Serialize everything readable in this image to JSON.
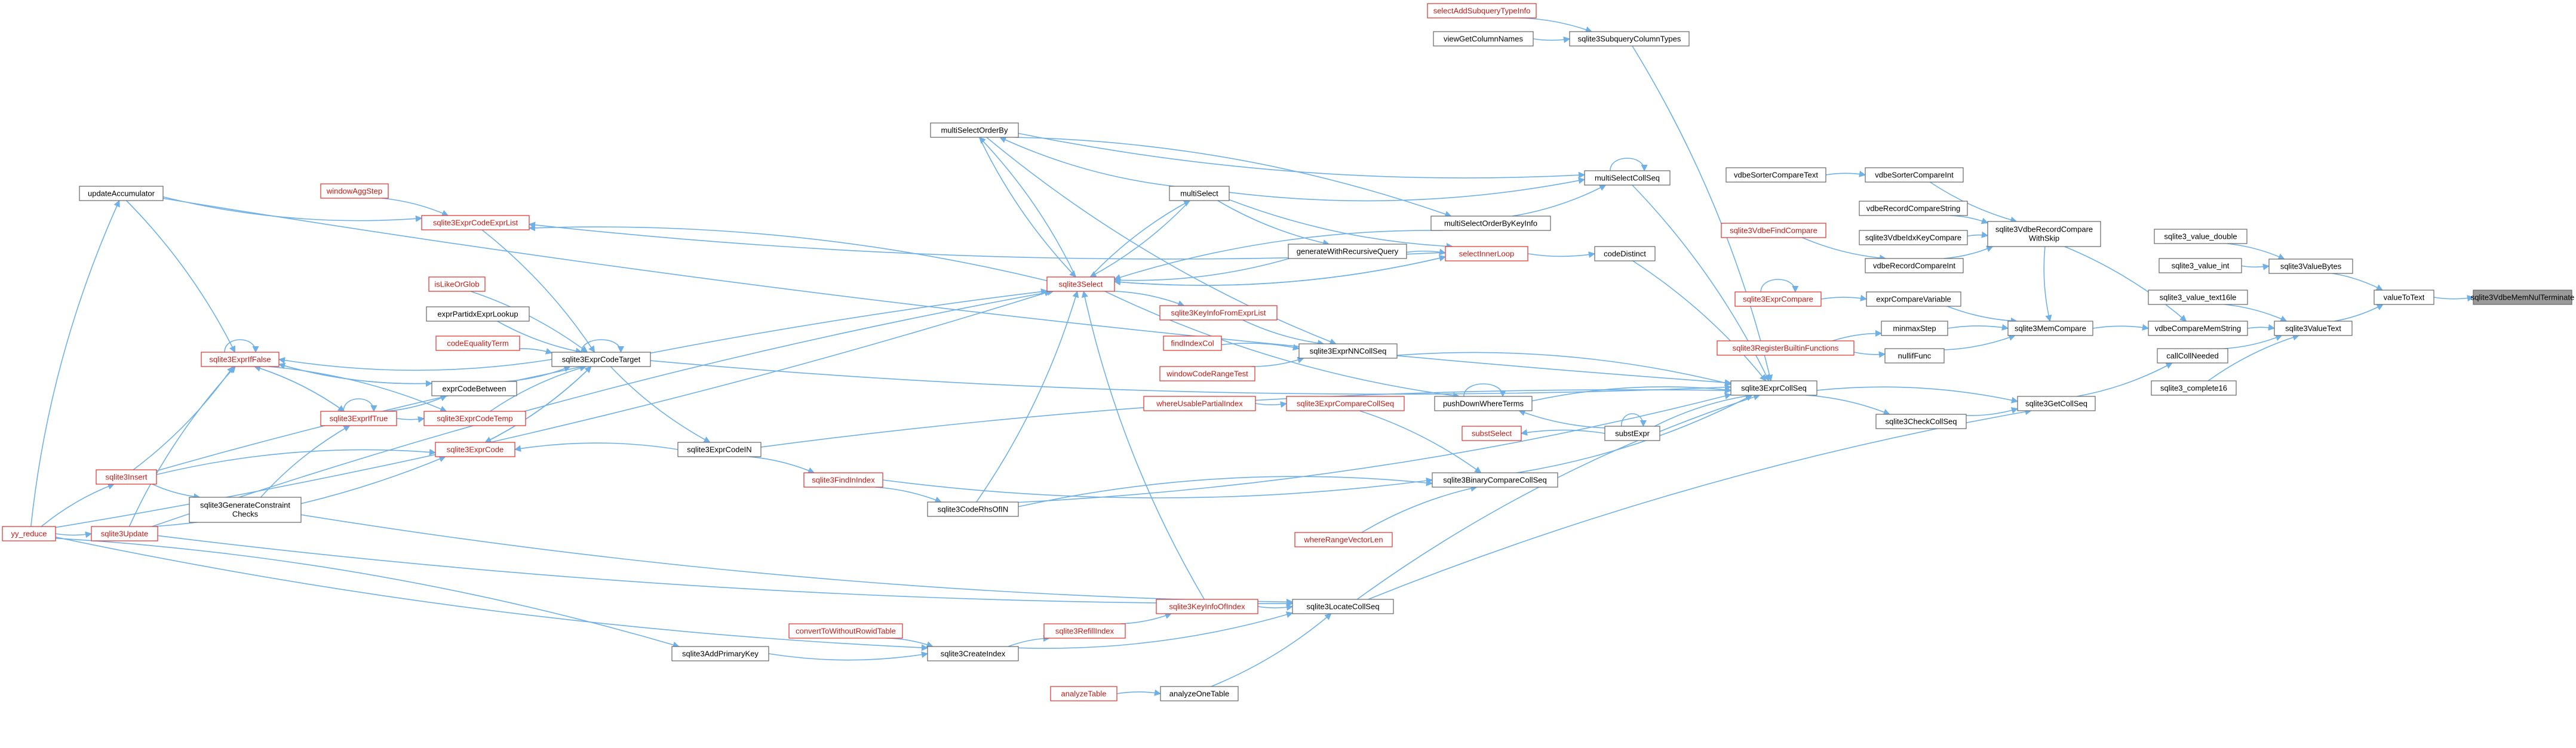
{
  "theme": {
    "edge_color": "#6fb1e6",
    "normal_border": "#666666",
    "normal_fill": "#ffffff",
    "normal_text": "#000000",
    "red_border": "#e0302a",
    "red_text": "#c41a16",
    "highlight_fill": "#9a9a9a",
    "highlight_text": "#000000"
  },
  "nodes": [
    {
      "id": "selectAddSubqueryTypeInfo",
      "label": "selectAddSubqueryTypeInfo",
      "style": "red"
    },
    {
      "id": "viewGetColumnNames",
      "label": "viewGetColumnNames",
      "style": "normal"
    },
    {
      "id": "sqlite3SubqueryColumnTypes",
      "label": "sqlite3SubqueryColumnTypes",
      "style": "normal"
    },
    {
      "id": "multiSelectOrderBy",
      "label": "multiSelectOrderBy",
      "style": "normal"
    },
    {
      "id": "multiSelectCollSeq",
      "label": "multiSelectCollSeq",
      "style": "normal"
    },
    {
      "id": "vdbeSorterCompareText",
      "label": "vdbeSorterCompareText",
      "style": "normal"
    },
    {
      "id": "vdbeSorterCompareInt",
      "label": "vdbeSorterCompareInt",
      "style": "normal"
    },
    {
      "id": "updateAccumulator",
      "label": "updateAccumulator",
      "style": "normal"
    },
    {
      "id": "windowAggStep",
      "label": "windowAggStep",
      "style": "red"
    },
    {
      "id": "multiSelect",
      "label": "multiSelect",
      "style": "normal"
    },
    {
      "id": "vdbeRecordCompareString",
      "label": "vdbeRecordCompareString",
      "style": "normal"
    },
    {
      "id": "sqlite3ExprCodeExprList",
      "label": "sqlite3ExprCodeExprList",
      "style": "red"
    },
    {
      "id": "multiSelectOrderByKeyInfo",
      "label": "multiSelectOrderByKeyInfo",
      "style": "normal"
    },
    {
      "id": "sqlite3VdbeFindCompare",
      "label": "sqlite3VdbeFindCompare",
      "style": "red"
    },
    {
      "id": "sqlite3VdbeRecordCompareWithSkip",
      "label": "sqlite3VdbeRecordCompare\nWithSkip",
      "style": "normal"
    },
    {
      "id": "sqlite3_value_double",
      "label": "sqlite3_value_double",
      "style": "normal"
    },
    {
      "id": "sqlite3VdbeIdxKeyCompare",
      "label": "sqlite3VdbeIdxKeyCompare",
      "style": "normal"
    },
    {
      "id": "generateWithRecursiveQuery",
      "label": "generateWithRecursiveQuery",
      "style": "normal"
    },
    {
      "id": "selectInnerLoop",
      "label": "selectInnerLoop",
      "style": "red"
    },
    {
      "id": "codeDistinct",
      "label": "codeDistinct",
      "style": "normal"
    },
    {
      "id": "vdbeRecordCompareInt",
      "label": "vdbeRecordCompareInt",
      "style": "normal"
    },
    {
      "id": "sqlite3_value_int",
      "label": "sqlite3_value_int",
      "style": "normal"
    },
    {
      "id": "sqlite3ValueBytes",
      "label": "sqlite3ValueBytes",
      "style": "normal"
    },
    {
      "id": "sqlite3Select",
      "label": "sqlite3Select",
      "style": "red"
    },
    {
      "id": "sqlite3ExprCompare",
      "label": "sqlite3ExprCompare",
      "style": "red"
    },
    {
      "id": "exprCompareVariable",
      "label": "exprCompareVariable",
      "style": "normal"
    },
    {
      "id": "sqlite3_value_text16le",
      "label": "sqlite3_value_text16le",
      "style": "normal"
    },
    {
      "id": "valueToText",
      "label": "valueToText",
      "style": "normal"
    },
    {
      "id": "sqlite3VdbeMemNulTerminate",
      "label": "sqlite3VdbeMemNulTerminate",
      "style": "highlight"
    },
    {
      "id": "isLikeOrGlob",
      "label": "isLikeOrGlob",
      "style": "red"
    },
    {
      "id": "sqlite3KeyInfoFromExprList",
      "label": "sqlite3KeyInfoFromExprList",
      "style": "red"
    },
    {
      "id": "minmaxStep",
      "label": "minmaxStep",
      "style": "normal"
    },
    {
      "id": "sqlite3MemCompare",
      "label": "sqlite3MemCompare",
      "style": "normal"
    },
    {
      "id": "vdbeCompareMemString",
      "label": "vdbeCompareMemString",
      "style": "normal"
    },
    {
      "id": "sqlite3ValueText",
      "label": "sqlite3ValueText",
      "style": "normal"
    },
    {
      "id": "exprPartidxExprLookup",
      "label": "exprPartidxExprLookup",
      "style": "normal"
    },
    {
      "id": "sqlite3RegisterBuiltinFunctions",
      "label": "sqlite3RegisterBuiltinFunctions",
      "style": "red"
    },
    {
      "id": "nullifFunc",
      "label": "nullifFunc",
      "style": "normal"
    },
    {
      "id": "callCollNeeded",
      "label": "callCollNeeded",
      "style": "normal"
    },
    {
      "id": "findIndexCol",
      "label": "findIndexCol",
      "style": "red"
    },
    {
      "id": "sqlite3ExprNNCollSeq",
      "label": "sqlite3ExprNNCollSeq",
      "style": "normal"
    },
    {
      "id": "codeEqualityTerm",
      "label": "codeEqualityTerm",
      "style": "red"
    },
    {
      "id": "windowCodeRangeTest",
      "label": "windowCodeRangeTest",
      "style": "red"
    },
    {
      "id": "sqlite3_complete16",
      "label": "sqlite3_complete16",
      "style": "normal"
    },
    {
      "id": "sqlite3ExprCollSeq",
      "label": "sqlite3ExprCollSeq",
      "style": "normal"
    },
    {
      "id": "sqlite3ExprIfFalse",
      "label": "sqlite3ExprIfFalse",
      "style": "red"
    },
    {
      "id": "sqlite3ExprCodeTarget",
      "label": "sqlite3ExprCodeTarget",
      "style": "normal"
    },
    {
      "id": "whereUsablePartialIndex",
      "label": "whereUsablePartialIndex",
      "style": "red"
    },
    {
      "id": "sqlite3ExprCompareCollSeq",
      "label": "sqlite3ExprCompareCollSeq",
      "style": "red"
    },
    {
      "id": "pushDownWhereTerms",
      "label": "pushDownWhereTerms",
      "style": "normal"
    },
    {
      "id": "sqlite3GetCollSeq",
      "label": "sqlite3GetCollSeq",
      "style": "normal"
    },
    {
      "id": "exprCodeBetween",
      "label": "exprCodeBetween",
      "style": "normal"
    },
    {
      "id": "substSelect",
      "label": "substSelect",
      "style": "red"
    },
    {
      "id": "substExpr",
      "label": "substExpr",
      "style": "normal"
    },
    {
      "id": "sqlite3CheckCollSeq",
      "label": "sqlite3CheckCollSeq",
      "style": "normal"
    },
    {
      "id": "sqlite3ExprIfTrue",
      "label": "sqlite3ExprIfTrue",
      "style": "red"
    },
    {
      "id": "sqlite3ExprCodeTemp",
      "label": "sqlite3ExprCodeTemp",
      "style": "red"
    },
    {
      "id": "sqlite3ExprCode",
      "label": "sqlite3ExprCode",
      "style": "red"
    },
    {
      "id": "sqlite3ExprCodeIN",
      "label": "sqlite3ExprCodeIN",
      "style": "normal"
    },
    {
      "id": "sqlite3Insert",
      "label": "sqlite3Insert",
      "style": "red"
    },
    {
      "id": "sqlite3FindInIndex",
      "label": "sqlite3FindInIndex",
      "style": "red"
    },
    {
      "id": "sqlite3BinaryCompareCollSeq",
      "label": "sqlite3BinaryCompareCollSeq",
      "style": "normal"
    },
    {
      "id": "sqlite3GenerateConstraintChecks",
      "label": "sqlite3GenerateConstraint\nChecks",
      "style": "normal"
    },
    {
      "id": "sqlite3CodeRhsOfIN",
      "label": "sqlite3CodeRhsOfIN",
      "style": "normal"
    },
    {
      "id": "yy_reduce",
      "label": "yy_reduce",
      "style": "red"
    },
    {
      "id": "sqlite3Update",
      "label": "sqlite3Update",
      "style": "red"
    },
    {
      "id": "whereRangeVectorLen",
      "label": "whereRangeVectorLen",
      "style": "red"
    },
    {
      "id": "sqlite3KeyInfoOfIndex",
      "label": "sqlite3KeyInfoOfIndex",
      "style": "red"
    },
    {
      "id": "sqlite3LocateCollSeq",
      "label": "sqlite3LocateCollSeq",
      "style": "normal"
    },
    {
      "id": "convertToWithoutRowidTable",
      "label": "convertToWithoutRowidTable",
      "style": "red"
    },
    {
      "id": "sqlite3RefillIndex",
      "label": "sqlite3RefillIndex",
      "style": "red"
    },
    {
      "id": "sqlite3AddPrimaryKey",
      "label": "sqlite3AddPrimaryKey",
      "style": "normal"
    },
    {
      "id": "sqlite3CreateIndex",
      "label": "sqlite3CreateIndex",
      "style": "normal"
    },
    {
      "id": "analyzeTable",
      "label": "analyzeTable",
      "style": "red"
    },
    {
      "id": "analyzeOneTable",
      "label": "analyzeOneTable",
      "style": "normal"
    }
  ],
  "edges": [
    [
      "selectAddSubqueryTypeInfo",
      "sqlite3SubqueryColumnTypes"
    ],
    [
      "viewGetColumnNames",
      "sqlite3SubqueryColumnTypes"
    ],
    [
      "sqlite3SubqueryColumnTypes",
      "sqlite3ExprCollSeq"
    ],
    [
      "multiSelectOrderBy",
      "multiSelectCollSeq"
    ],
    [
      "multiSelectOrderBy",
      "multiSelectOrderByKeyInfo"
    ],
    [
      "multiSelectCollSeq",
      "multiSelectCollSeq"
    ],
    [
      "multiSelectCollSeq",
      "sqlite3ExprCollSeq"
    ],
    [
      "multiSelect",
      "multiSelectCollSeq"
    ],
    [
      "multiSelect",
      "multiSelectOrderBy"
    ],
    [
      "multiSelectOrderByKeyInfo",
      "multiSelectCollSeq"
    ],
    [
      "sqlite3Select",
      "multiSelect"
    ],
    [
      "sqlite3Select",
      "multiSelectOrderBy"
    ],
    [
      "multiSelect",
      "sqlite3Select"
    ],
    [
      "multiSelectOrderBy",
      "sqlite3Select"
    ],
    [
      "generateWithRecursiveQuery",
      "sqlite3Select"
    ],
    [
      "multiSelect",
      "generateWithRecursiveQuery"
    ],
    [
      "vdbeSorterCompareText",
      "vdbeSorterCompareInt"
    ],
    [
      "vdbeSorterCompareInt",
      "sqlite3VdbeRecordCompareWithSkip"
    ],
    [
      "vdbeRecordCompareString",
      "sqlite3VdbeRecordCompareWithSkip"
    ],
    [
      "sqlite3VdbeFindCompare",
      "vdbeRecordCompareInt"
    ],
    [
      "sqlite3VdbeIdxKeyCompare",
      "sqlite3VdbeRecordCompareWithSkip"
    ],
    [
      "vdbeRecordCompareInt",
      "sqlite3VdbeRecordCompareWithSkip"
    ],
    [
      "sqlite3VdbeRecordCompareWithSkip",
      "vdbeCompareMemString"
    ],
    [
      "updateAccumulator",
      "sqlite3ExprCollSeq"
    ],
    [
      "windowAggStep",
      "sqlite3ExprCodeExprList"
    ],
    [
      "updateAccumulator",
      "sqlite3ExprCodeExprList"
    ],
    [
      "sqlite3ExprCodeExprList",
      "sqlite3ExprCodeTarget"
    ],
    [
      "sqlite3Select",
      "sqlite3ExprCodeExprList"
    ],
    [
      "selectInnerLoop",
      "sqlite3ExprCodeExprList"
    ],
    [
      "selectInnerLoop",
      "codeDistinct"
    ],
    [
      "codeDistinct",
      "sqlite3ExprCollSeq"
    ],
    [
      "multiSelect",
      "selectInnerLoop"
    ],
    [
      "generateWithRecursiveQuery",
      "selectInnerLoop"
    ],
    [
      "sqlite3Select",
      "selectInnerLoop"
    ],
    [
      "selectInnerLoop",
      "sqlite3Select"
    ],
    [
      "multiSelectOrderByKeyInfo",
      "sqlite3Select"
    ],
    [
      "sqlite3_value_double",
      "sqlite3ValueBytes"
    ],
    [
      "sqlite3_value_int",
      "sqlite3ValueBytes"
    ],
    [
      "sqlite3ValueBytes",
      "valueToText"
    ],
    [
      "valueToText",
      "sqlite3VdbeMemNulTerminate"
    ],
    [
      "sqlite3_value_text16le",
      "sqlite3ValueText"
    ],
    [
      "sqlite3ValueText",
      "valueToText"
    ],
    [
      "vdbeCompareMemString",
      "sqlite3ValueText"
    ],
    [
      "callCollNeeded",
      "sqlite3ValueText"
    ],
    [
      "sqlite3_complete16",
      "sqlite3ValueText"
    ],
    [
      "sqlite3ExprCompare",
      "sqlite3ExprCompare"
    ],
    [
      "sqlite3ExprCompare",
      "exprCompareVariable"
    ],
    [
      "exprCompareVariable",
      "sqlite3MemCompare"
    ],
    [
      "minmaxStep",
      "sqlite3MemCompare"
    ],
    [
      "nullifFunc",
      "sqlite3MemCompare"
    ],
    [
      "sqlite3RegisterBuiltinFunctions",
      "minmaxStep"
    ],
    [
      "sqlite3RegisterBuiltinFunctions",
      "nullifFunc"
    ],
    [
      "sqlite3MemCompare",
      "vdbeCompareMemString"
    ],
    [
      "sqlite3VdbeRecordCompareWithSkip",
      "sqlite3MemCompare"
    ],
    [
      "sqlite3Select",
      "sqlite3KeyInfoFromExprList"
    ],
    [
      "sqlite3KeyInfoFromExprList",
      "sqlite3ExprNNCollSeq"
    ],
    [
      "findIndexCol",
      "sqlite3ExprNNCollSeq"
    ],
    [
      "windowCodeRangeTest",
      "sqlite3ExprNNCollSeq"
    ],
    [
      "sqlite3ExprNNCollSeq",
      "sqlite3ExprCollSeq"
    ],
    [
      "whereUsablePartialIndex",
      "sqlite3ExprCompareCollSeq"
    ],
    [
      "sqlite3ExprCompareCollSeq",
      "sqlite3BinaryCompareCollSeq"
    ],
    [
      "multiSelectOrderBy",
      "sqlite3ExprNNCollSeq"
    ],
    [
      "sqlite3ExprCollSeq",
      "sqlite3GetCollSeq"
    ],
    [
      "sqlite3CheckCollSeq",
      "sqlite3GetCollSeq"
    ],
    [
      "sqlite3ExprCollSeq",
      "sqlite3CheckCollSeq"
    ],
    [
      "sqlite3GetCollSeq",
      "callCollNeeded"
    ],
    [
      "sqlite3LocateCollSeq",
      "sqlite3GetCollSeq"
    ],
    [
      "pushDownWhereTerms",
      "pushDownWhereTerms"
    ],
    [
      "pushDownWhereTerms",
      "sqlite3ExprCollSeq"
    ],
    [
      "substExpr",
      "substExpr"
    ],
    [
      "substExpr",
      "pushDownWhereTerms"
    ],
    [
      "substExpr",
      "substSelect"
    ],
    [
      "substExpr",
      "sqlite3ExprCollSeq"
    ],
    [
      "sqlite3Select",
      "pushDownWhereTerms"
    ],
    [
      "isLikeOrGlob",
      "sqlite3ExprCodeTarget"
    ],
    [
      "exprPartidxExprLookup",
      "sqlite3ExprCodeTarget"
    ],
    [
      "codeEqualityTerm",
      "sqlite3ExprCodeTarget"
    ],
    [
      "sqlite3ExprCodeTarget",
      "sqlite3ExprCodeTarget"
    ],
    [
      "sqlite3ExprCodeTarget",
      "sqlite3ExprIfFalse"
    ],
    [
      "sqlite3ExprCodeTarget",
      "sqlite3ExprCollSeq"
    ],
    [
      "sqlite3ExprIfFalse",
      "sqlite3ExprIfFalse"
    ],
    [
      "sqlite3ExprIfFalse",
      "exprCodeBetween"
    ],
    [
      "exprCodeBetween",
      "sqlite3ExprIfFalse"
    ],
    [
      "exprCodeBetween",
      "sqlite3ExprCodeTarget"
    ],
    [
      "sqlite3ExprIfTrue",
      "sqlite3ExprIfTrue"
    ],
    [
      "sqlite3ExprIfTrue",
      "sqlite3ExprIfFalse"
    ],
    [
      "sqlite3ExprIfFalse",
      "sqlite3ExprIfTrue"
    ],
    [
      "sqlite3ExprIfTrue",
      "exprCodeBetween"
    ],
    [
      "sqlite3ExprCodeTemp",
      "sqlite3ExprCodeTarget"
    ],
    [
      "sqlite3ExprIfTrue",
      "sqlite3ExprCodeTemp"
    ],
    [
      "sqlite3ExprIfFalse",
      "sqlite3ExprCodeTemp"
    ],
    [
      "sqlite3ExprCode",
      "sqlite3ExprCodeTarget"
    ],
    [
      "sqlite3ExprCodeTarget",
      "sqlite3ExprCode"
    ],
    [
      "sqlite3ExprCodeTarget",
      "sqlite3ExprCodeIN"
    ],
    [
      "sqlite3ExprCodeIN",
      "sqlite3ExprCollSeq"
    ],
    [
      "sqlite3ExprCodeIN",
      "sqlite3ExprCode"
    ],
    [
      "sqlite3ExprCodeIN",
      "sqlite3FindInIndex"
    ],
    [
      "sqlite3FindInIndex",
      "sqlite3BinaryCompareCollSeq"
    ],
    [
      "sqlite3FindInIndex",
      "sqlite3CodeRhsOfIN"
    ],
    [
      "sqlite3CodeRhsOfIN",
      "sqlite3Select"
    ],
    [
      "sqlite3CodeRhsOfIN",
      "sqlite3BinaryCompareCollSeq"
    ],
    [
      "sqlite3BinaryCompareCollSeq",
      "sqlite3ExprCollSeq"
    ],
    [
      "whereRangeVectorLen",
      "sqlite3BinaryCompareCollSeq"
    ],
    [
      "sqlite3CodeRhsOfIN",
      "sqlite3ExprCollSeq"
    ],
    [
      "sqlite3Insert",
      "sqlite3ExprCode"
    ],
    [
      "sqlite3Insert",
      "sqlite3GenerateConstraintChecks"
    ],
    [
      "sqlite3Insert",
      "sqlite3Select"
    ],
    [
      "sqlite3Insert",
      "sqlite3ExprIfFalse"
    ],
    [
      "sqlite3GenerateConstraintChecks",
      "sqlite3ExprIfTrue"
    ],
    [
      "sqlite3GenerateConstraintChecks",
      "sqlite3LocateCollSeq"
    ],
    [
      "yy_reduce",
      "sqlite3Insert"
    ],
    [
      "yy_reduce",
      "sqlite3Update"
    ],
    [
      "yy_reduce",
      "updateAccumulator"
    ],
    [
      "yy_reduce",
      "sqlite3Select"
    ],
    [
      "yy_reduce",
      "sqlite3AddPrimaryKey"
    ],
    [
      "yy_reduce",
      "sqlite3CreateIndex"
    ],
    [
      "sqlite3Update",
      "sqlite3ExprIfFalse"
    ],
    [
      "sqlite3Update",
      "sqlite3ExprCode"
    ],
    [
      "sqlite3Update",
      "sqlite3Select"
    ],
    [
      "sqlite3Update",
      "sqlite3LocateCollSeq"
    ],
    [
      "updateAccumulator",
      "sqlite3ExprIfFalse"
    ],
    [
      "sqlite3KeyInfoOfIndex",
      "sqlite3LocateCollSeq"
    ],
    [
      "sqlite3KeyInfoOfIndex",
      "sqlite3Select"
    ],
    [
      "sqlite3RefillIndex",
      "sqlite3KeyInfoOfIndex"
    ],
    [
      "convertToWithoutRowidTable",
      "sqlite3CreateIndex"
    ],
    [
      "sqlite3AddPrimaryKey",
      "sqlite3CreateIndex"
    ],
    [
      "sqlite3CreateIndex",
      "sqlite3RefillIndex"
    ],
    [
      "sqlite3CreateIndex",
      "sqlite3LocateCollSeq"
    ],
    [
      "analyzeTable",
      "analyzeOneTable"
    ],
    [
      "analyzeOneTable",
      "sqlite3LocateCollSeq"
    ],
    [
      "sqlite3LocateCollSeq",
      "sqlite3ExprCollSeq"
    ]
  ]
}
